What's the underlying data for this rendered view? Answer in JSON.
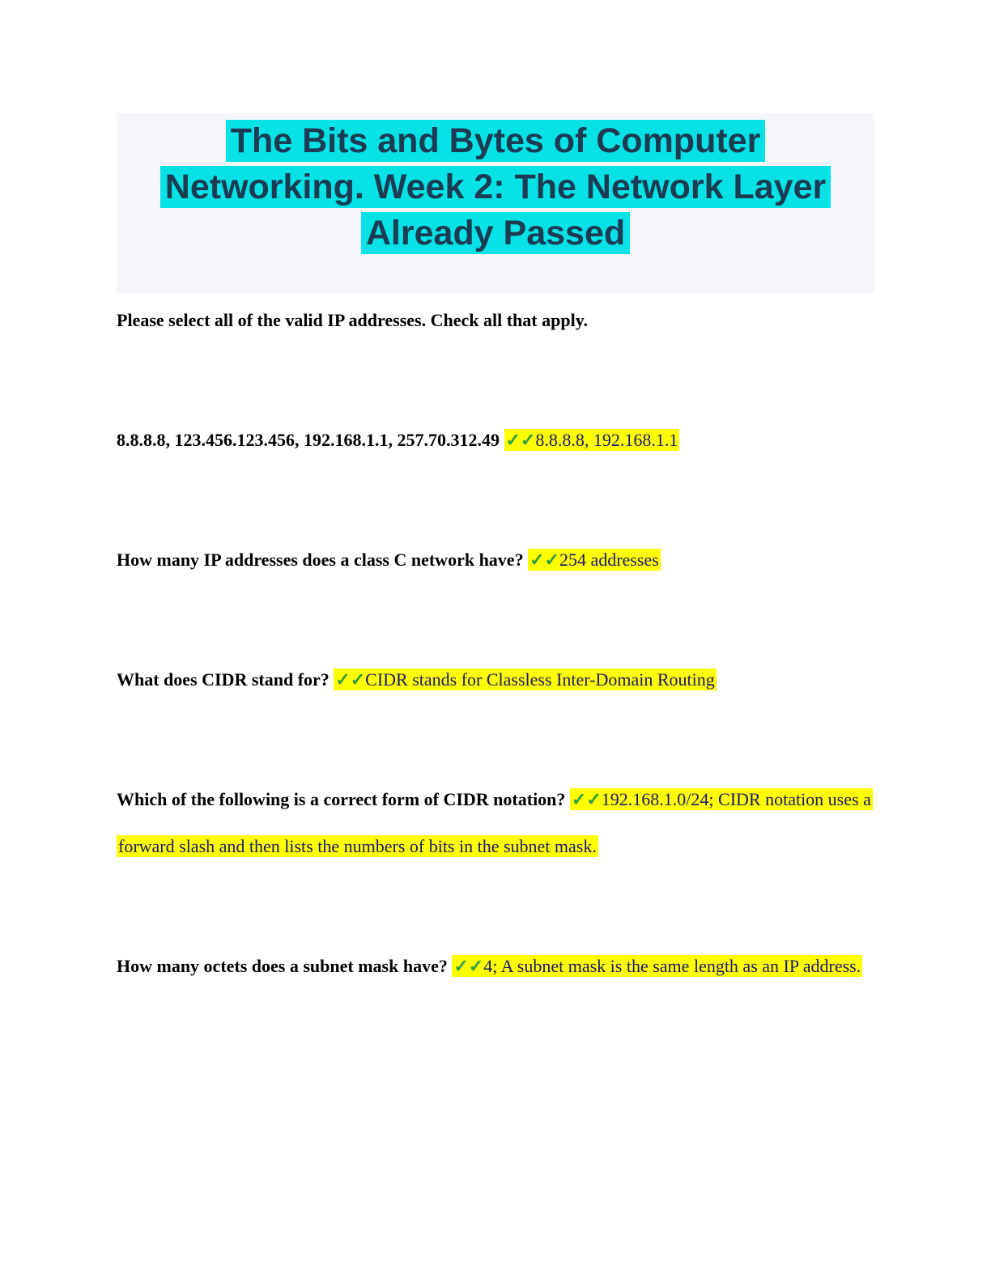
{
  "header": {
    "title_lines": [
      "The Bits and Bytes of Computer",
      "Networking. Week 2: The Network Layer",
      "Already Passed"
    ],
    "title_text_color": "#1d3b53",
    "title_highlight_color": "#06e2e6",
    "banner_background_color": "#f5f6fa"
  },
  "colors": {
    "answer_highlight": "#ffff00",
    "answer_text": "#191970",
    "check_mark": "#2e9e44",
    "question_text": "#000000"
  },
  "intro": "Please select all of the valid IP addresses. Check all that apply.",
  "qa": [
    {
      "question": "8.8.8.8, 123.456.123.456, 192.168.1.1, 257.70.312.49",
      "checks": "✓✓",
      "answer": "8.8.8.8, 192.168.1.1"
    },
    {
      "question": "How many IP addresses does a class C network have?",
      "checks": "✓✓",
      "answer": "254 addresses"
    },
    {
      "question": "What does CIDR stand for?",
      "checks": "✓✓",
      "answer": "CIDR stands for Classless Inter-Domain Routing"
    },
    {
      "question": "Which of the following is a correct form of CIDR notation?",
      "checks": "✓✓",
      "answer": "192.168.1.0/24; CIDR notation uses a forward slash and then lists the numbers of bits in the subnet mask."
    },
    {
      "question": "How many octets does a subnet mask have?",
      "checks": "✓✓",
      "answer": "4; A subnet mask is the same length as an IP address."
    }
  ]
}
